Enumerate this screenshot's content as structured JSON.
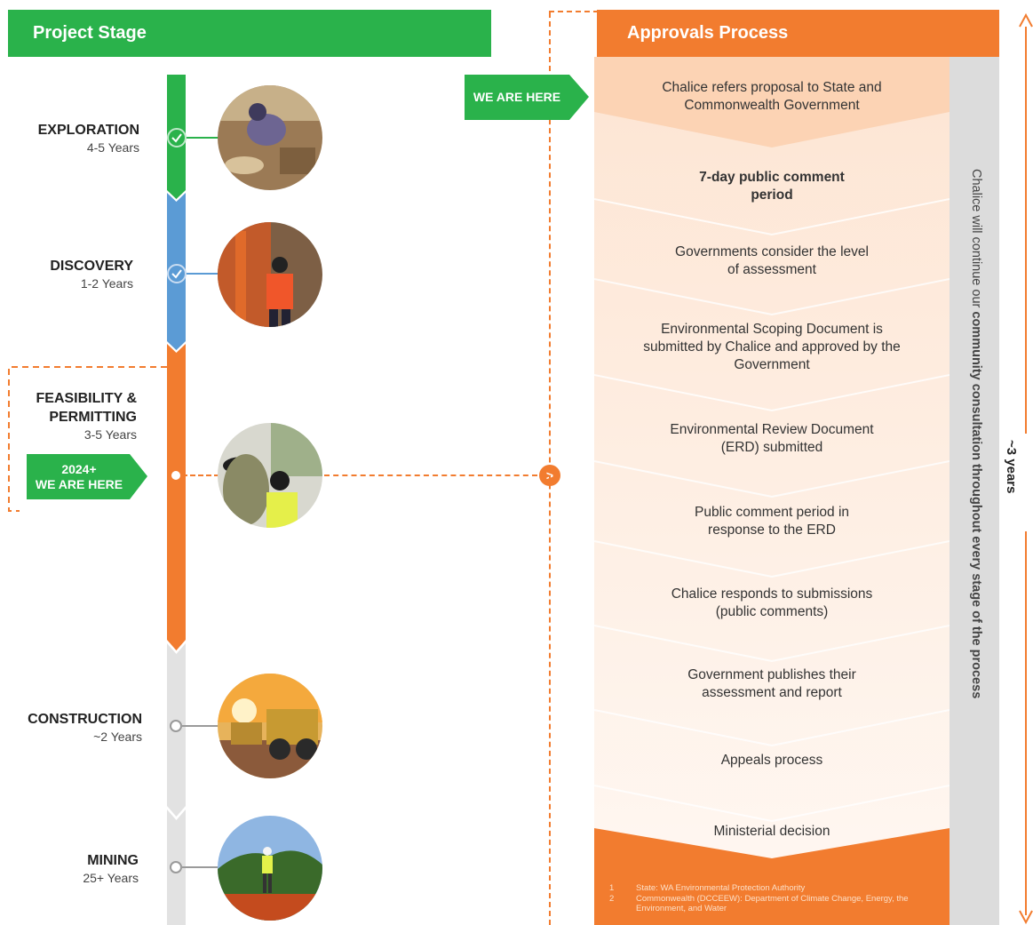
{
  "project_stage_header": "Project Stage",
  "approvals_header": "Approvals Process",
  "stages": [
    {
      "name": "EXPLORATION",
      "duration": "4-5 Years",
      "status": "complete",
      "color": "#2ab24b"
    },
    {
      "name": "DISCOVERY",
      "duration": "1-2 Years",
      "status": "complete",
      "color": "#5b9bd5"
    },
    {
      "name": "FEASIBILITY &",
      "name2": "PERMITTING",
      "duration": "3-5 Years",
      "status": "current",
      "color": "#f27c2f"
    },
    {
      "name": "CONSTRUCTION",
      "duration": "~2 Years",
      "status": "upcoming",
      "color": "#d9d9d9"
    },
    {
      "name": "MINING",
      "duration": "25+ Years",
      "status": "upcoming",
      "color": "#d9d9d9"
    }
  ],
  "left_badge": {
    "line1": "2024+",
    "line2": "WE ARE HERE"
  },
  "right_badge": "WE ARE HERE",
  "approval_steps": [
    "Chalice refers proposal to State and Commonwealth Government",
    "7-day public comment period",
    "Governments consider the level of assessment",
    "Environmental Scoping Document is submitted by Chalice and approved by the Government",
    "Environmental Review Document (ERD) submitted",
    "Public comment period in response to the ERD",
    "Chalice responds to submissions (public comments)",
    "Government publishes their assessment and report",
    "Appeals process",
    "Ministerial decision"
  ],
  "side_note_normal": "Chalice will continue our ",
  "side_note_bold": "community consultation throughout every stage of the process",
  "duration_label": "~3 years",
  "arrow_glyph": ">",
  "footnotes": [
    {
      "num": "1",
      "text": "State: WA Environmental Protection Authority"
    },
    {
      "num": "2",
      "text": "Commonwealth (DCCEEW): Department of Climate Change, Energy, the Environment, and Water"
    }
  ],
  "colors": {
    "green": "#2ab24b",
    "orange": "#f27c2f",
    "blue": "#5b9bd5",
    "grey": "#d9d9d9",
    "peach": "#fcd3b4"
  }
}
